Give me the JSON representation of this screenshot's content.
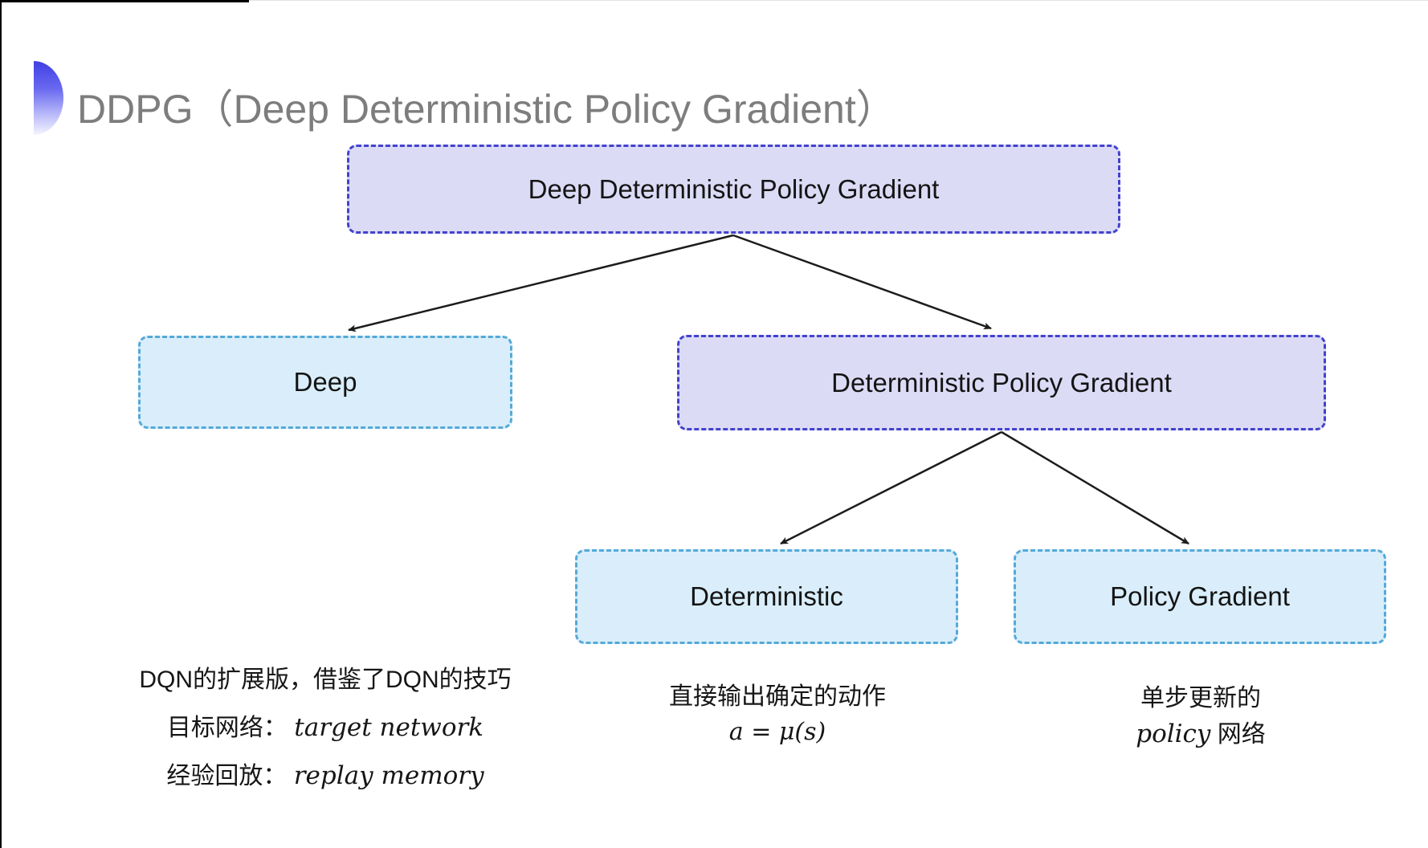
{
  "title": {
    "text": "DDPG（Deep Deterministic Policy Gradient）"
  },
  "diagram": {
    "nodes": {
      "root": {
        "label": "Deep Deterministic Policy Gradient"
      },
      "deep": {
        "label": "Deep"
      },
      "dpg": {
        "label": "Deterministic Policy Gradient"
      },
      "deterministic": {
        "label": "Deterministic"
      },
      "policy_gradient": {
        "label": "Policy Gradient"
      }
    },
    "edges": [
      {
        "from": "root",
        "to": "deep"
      },
      {
        "from": "root",
        "to": "dpg"
      },
      {
        "from": "dpg",
        "to": "deterministic"
      },
      {
        "from": "dpg",
        "to": "policy_gradient"
      }
    ]
  },
  "notes": {
    "deep": {
      "line1": "DQN的扩展版，借鉴了DQN的技巧",
      "line2_label": "目标网络：",
      "line2_term": "target network",
      "line3_label": "经验回放：",
      "line3_term": "replay memory"
    },
    "deterministic": {
      "line1": "直接输出确定的动作",
      "formula": "a = μ(s)"
    },
    "policy_gradient": {
      "line1": "单步更新的",
      "term": "policy",
      "rest": " 网络"
    }
  },
  "colors": {
    "purple_fill": "#dcdbf6",
    "purple_border": "#4242cd",
    "cyan_fill": "#d9eefa",
    "cyan_border": "#55a9d8",
    "title_gray": "#7d7d7d",
    "arrow": "#1c1c1c",
    "bullet_gradient_top": "#3f3fe4"
  }
}
